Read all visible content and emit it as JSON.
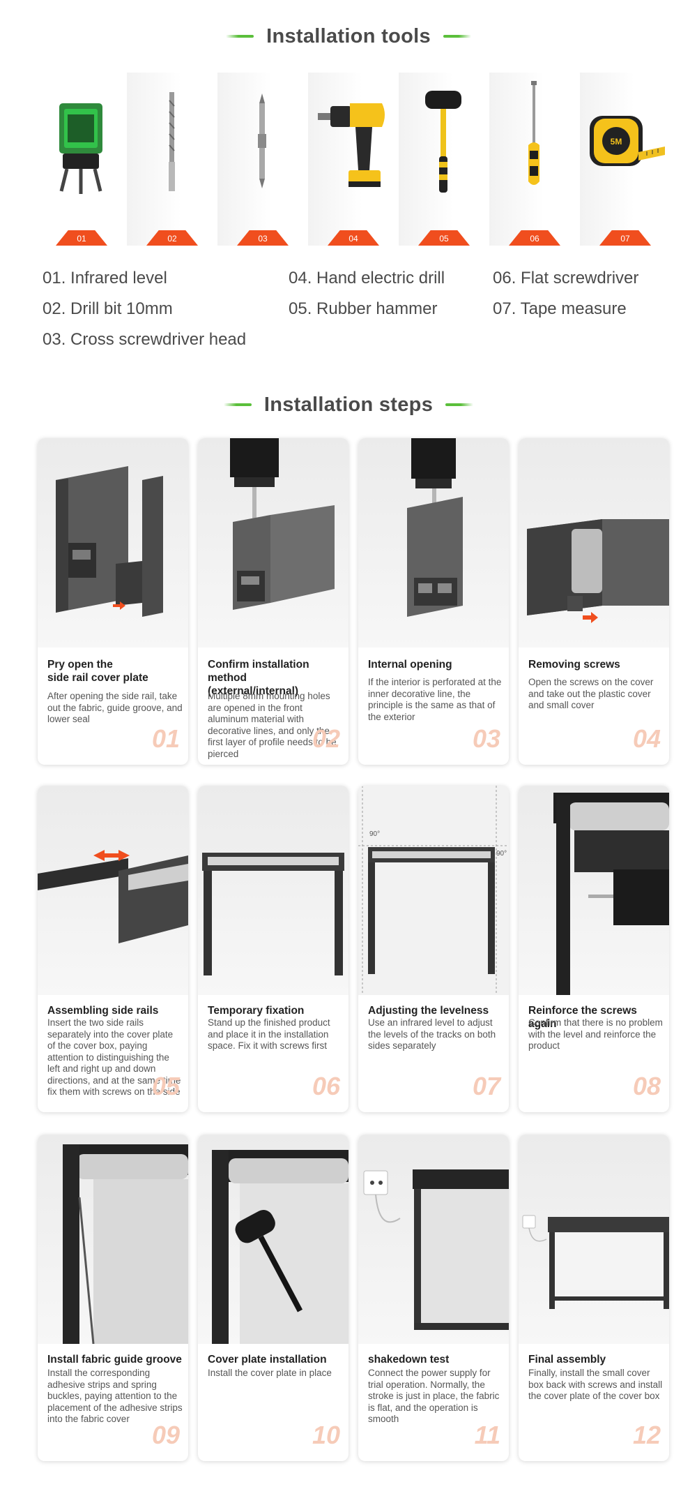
{
  "tools_section": {
    "title": "Installation tools",
    "tools": [
      {
        "tag": "01",
        "label": "01. Infrared level",
        "icon": "infrared-level-icon"
      },
      {
        "tag": "02",
        "label": "02. Drill bit 10mm",
        "icon": "drill-bit-icon"
      },
      {
        "tag": "03",
        "label": "03. Cross screwdriver head",
        "icon": "screwdriver-bit-icon"
      },
      {
        "tag": "04",
        "label": "04. Hand electric drill",
        "icon": "electric-drill-icon"
      },
      {
        "tag": "05",
        "label": "05. Rubber hammer",
        "icon": "rubber-hammer-icon"
      },
      {
        "tag": "06",
        "label": "06. Flat screwdriver",
        "icon": "flat-screwdriver-icon"
      },
      {
        "tag": "07",
        "label": "07. Tape measure",
        "icon": "tape-measure-icon"
      }
    ],
    "tape_brand": "5M"
  },
  "steps_section": {
    "title": "Installation steps",
    "angle_label": "90°",
    "steps": [
      {
        "num": "01",
        "title": "Pry open the\nside rail cover plate",
        "desc": "After opening the side rail, take out the fabric, guide groove, and lower seal"
      },
      {
        "num": "02",
        "title": "Confirm installation method\n (external/internal)",
        "desc": "Multiple 8mm mounting holes are opened in the front aluminum material with decorative lines, and only the first layer of profile needs to be pierced"
      },
      {
        "num": "03",
        "title": "Internal opening",
        "desc": "If the interior is perforated at the inner decorative line, the principle is the same as that of the exterior"
      },
      {
        "num": "04",
        "title": "Removing screws",
        "desc": "Open the screws on the cover and take out the plastic cover and small cover"
      },
      {
        "num": "05",
        "title": "Assembling side rails",
        "desc": "Insert the two side rails separately into the cover plate of the cover box, paying attention to distinguishing the left and right up and down directions, and at the same time fix them with screws on the side"
      },
      {
        "num": "06",
        "title": "Temporary fixation",
        "desc": "Stand up the finished product and place it in the installation space. Fix it with screws first"
      },
      {
        "num": "07",
        "title": "Adjusting the levelness",
        "desc": "Use an infrared level to adjust the levels of the tracks on both sides separately"
      },
      {
        "num": "08",
        "title": "Reinforce the screws again",
        "desc": "Confirm that there is no problem with the level and reinforce the product"
      },
      {
        "num": "09",
        "title": "Install fabric guide groove",
        "desc": "Install the corresponding adhesive strips and spring buckles, paying attention to the placement of the adhesive strips into the fabric cover"
      },
      {
        "num": "10",
        "title": "Cover plate installation",
        "desc": "Install the cover plate in place"
      },
      {
        "num": "11",
        "title": "shakedown test",
        "desc": "Connect the power supply for trial operation. Normally, the stroke is just in place, the fabric is flat, and the operation is smooth"
      },
      {
        "num": "12",
        "title": "Final assembly",
        "desc": "Finally, install the small cover box back with screws and install the cover plate of the cover box"
      }
    ]
  }
}
